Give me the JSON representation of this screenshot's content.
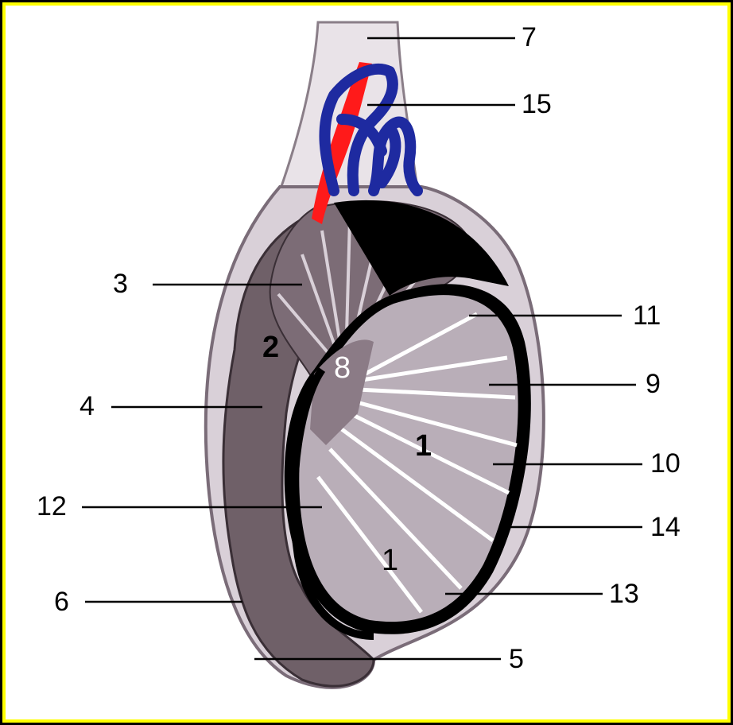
{
  "figure": {
    "background_color": "#ffffff",
    "border_color": "#ffff00",
    "outer_color": "#000000"
  },
  "labels": {
    "l1": "1",
    "l2": "2",
    "l3": "3",
    "l4": "4",
    "l5": "5",
    "l6": "6",
    "l7": "7",
    "l8": "8",
    "l9": "9",
    "l10": "10",
    "l11": "11",
    "l12": "12",
    "l13": "13",
    "l14": "14",
    "l15": "15"
  },
  "colors": {
    "artery": "#ff1a1a",
    "vein": "#1e2aa0",
    "tissue": "#6f6068",
    "tunica": "#000000",
    "lobule": "#b9aeb8"
  }
}
